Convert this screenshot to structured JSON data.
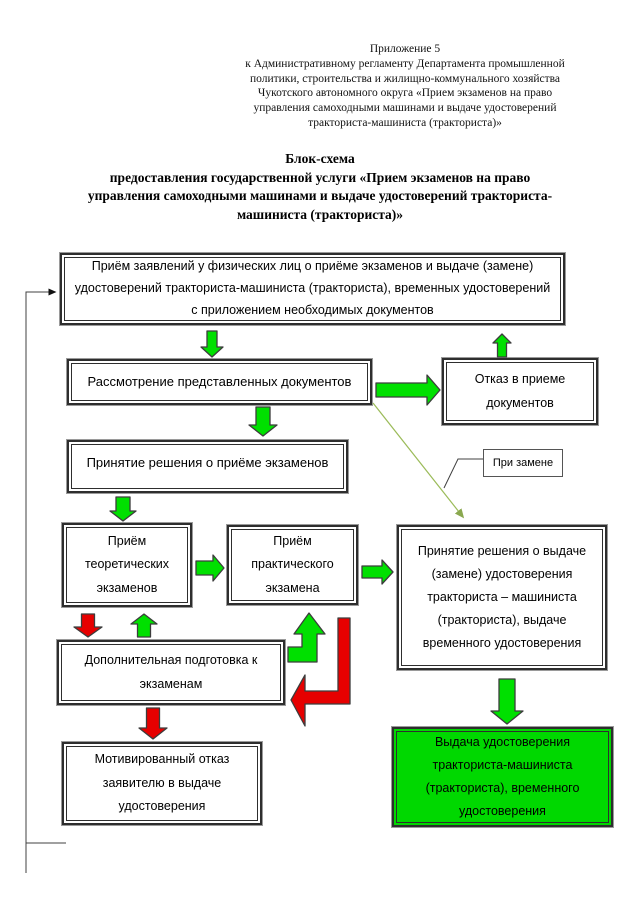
{
  "header": {
    "lines": [
      "Приложение 5",
      "к Административному регламенту  Департамента промышленной",
      "политики, строительства и жилищно-коммунального хозяйства",
      "Чукотского автономного округа «Прием экзаменов на право",
      "управления самоходными машинами и выдаче удостоверений",
      "тракториста-машиниста (тракториста)»"
    ]
  },
  "title": {
    "lines": [
      "Блок-схема",
      "предоставления государственной услуги «Прием экзаменов на право",
      "управления самоходными машинами и выдаче удостоверений тракториста-",
      "машиниста (тракториста)»"
    ]
  },
  "nodes": {
    "intake": {
      "label": "Приём заявлений у физических лиц о приёме экзаменов и выдаче (замене) удостоверений тракториста-машиниста (тракториста), временных удостоверений с приложением необходимых документов"
    },
    "review": {
      "label": "Рассмотрение представленных документов"
    },
    "refusal_docs": {
      "label": "Отказ в приеме документов"
    },
    "decision_exams": {
      "label": "Принятие решения о приёме экзаменов"
    },
    "theory": {
      "label": "Приём теоретических экзаменов"
    },
    "practice": {
      "label": "Приём практического экзамена"
    },
    "decision_issue": {
      "label": "Принятие решения о выдаче (замене) удостоверения тракториста – машиниста (тракториста), выдаче временного удостоверения"
    },
    "preparation": {
      "label": "Дополнительная подготовка к экзаменам"
    },
    "motivated_refusal": {
      "label": "Мотивированный отказ заявителю в выдаче удостоверения"
    },
    "issue": {
      "label": "Выдача удостоверения тракториста-машиниста (тракториста), временного удостоверения"
    },
    "callout": {
      "label": "При замене"
    }
  },
  "colors": {
    "arrow_green": "#00e000",
    "arrow_red": "#e60000",
    "box_green": "#00d800",
    "olive_line": "#9bbb59",
    "thin_line": "#404040"
  },
  "edges": [
    {
      "from": "intake",
      "to": "review",
      "color": "green",
      "type": "block-arrow"
    },
    {
      "from": "review",
      "to": "refusal_docs",
      "color": "green",
      "type": "block-arrow"
    },
    {
      "from": "refusal_docs",
      "to": "intake",
      "color": "green",
      "type": "block-arrow"
    },
    {
      "from": "review",
      "to": "decision_exams",
      "color": "green",
      "type": "block-arrow"
    },
    {
      "from": "decision_exams",
      "to": "theory",
      "color": "green",
      "type": "block-arrow"
    },
    {
      "from": "theory",
      "to": "practice",
      "color": "green",
      "type": "block-arrow"
    },
    {
      "from": "practice",
      "to": "decision_issue",
      "color": "green",
      "type": "block-arrow"
    },
    {
      "from": "theory",
      "to": "preparation",
      "color": "red",
      "type": "block-arrow"
    },
    {
      "from": "preparation",
      "to": "theory",
      "color": "green",
      "type": "block-arrow"
    },
    {
      "from": "preparation",
      "to": "practice",
      "color": "green",
      "type": "elbow-block-arrow"
    },
    {
      "from": "practice",
      "to": "preparation",
      "color": "red",
      "type": "elbow-block-arrow"
    },
    {
      "from": "preparation",
      "to": "motivated_refusal",
      "color": "red",
      "type": "block-arrow"
    },
    {
      "from": "decision_issue",
      "to": "issue",
      "color": "green",
      "type": "block-arrow"
    },
    {
      "from": "review",
      "to": "decision_issue",
      "color": "olive",
      "type": "thin-line",
      "label": "При замене"
    },
    {
      "from": "page-bottom-left",
      "to": "intake",
      "color": "black",
      "type": "thin-line"
    }
  ]
}
